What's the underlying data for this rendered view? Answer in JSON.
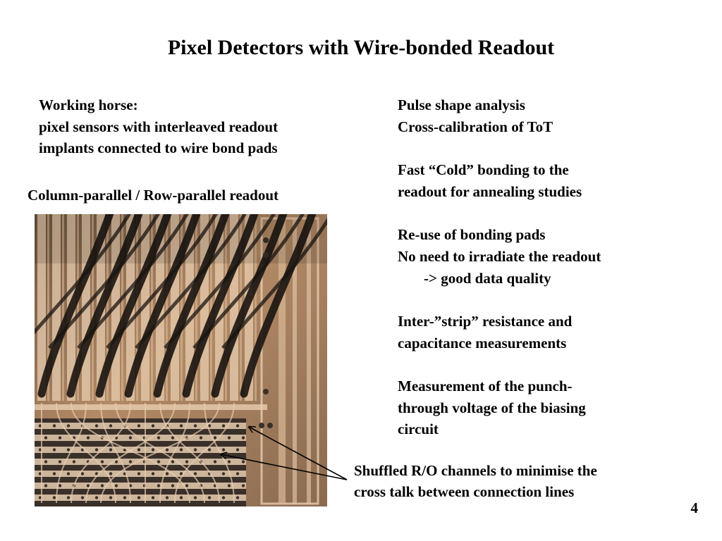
{
  "slide": {
    "title": "Pixel Detectors with Wire-bonded Readout",
    "intro": {
      "lines": [
        "Working horse:",
        "pixel sensors with interleaved readout",
        "implants connected to wire bond pads"
      ]
    },
    "photo_caption": "Column-parallel / Row-parallel readout",
    "right_column": {
      "lines": [
        "Pulse shape analysis",
        "Cross-calibration of ToT",
        "",
        "Fast  “Cold” bonding to the",
        "readout for annealing studies",
        "",
        "Re-use of bonding  pads",
        "No need to irradiate the readout",
        "-> good data quality",
        "",
        "Inter-”strip” resistance and",
        "capacitance measurements",
        "",
        "Measurement of the punch-",
        "through voltage of the biasing",
        "circuit"
      ]
    },
    "shuffle_note": {
      "lines": [
        "Shuffled R/O channels to minimise the",
        "cross talk between connection lines"
      ]
    },
    "page_number": "4"
  },
  "colors": {
    "background": "#ffffff",
    "text": "#000000",
    "photo_base": "#b38a66",
    "photo_trace": "#e8cdb0",
    "photo_wire": "#1a1410",
    "photo_dark": "#3a302a"
  },
  "icons": {
    "photo": "wire-bonded-pixel-sensor-photo",
    "arrows": "annotation-arrow-icon"
  }
}
